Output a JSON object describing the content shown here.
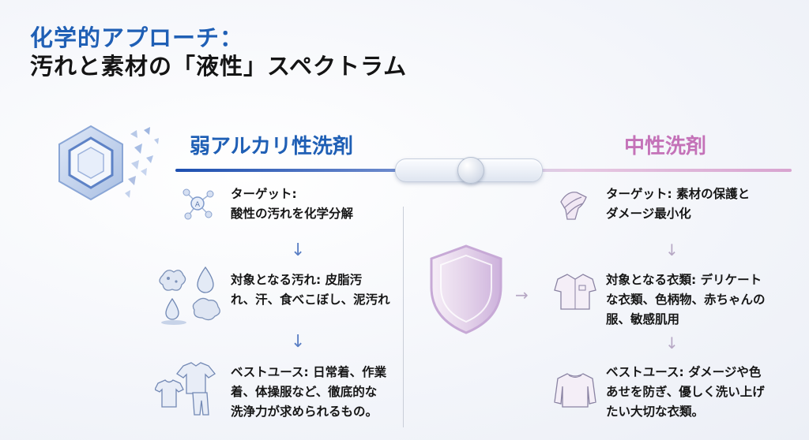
{
  "title": {
    "line1": "化学的アプローチ：",
    "line2": "汚れと素材の「液性」スペクトラム"
  },
  "left": {
    "heading": "弱アルカリ性洗剤",
    "target_line1": "ターゲット:",
    "target_line2": "酸性の汚れを化学分解",
    "stains_line1": "対象となる汚れ: 皮脂汚",
    "stains_line2": "れ、汗、食べこぼし、泥汚れ",
    "best_line1": "ベストユース: 日常着、作業",
    "best_line2": "着、体操服など、徹底的な",
    "best_line3": "洗浄力が求められるもの。"
  },
  "right": {
    "heading": "中性洗剤",
    "target_line1": "ターゲット: 素材の保護と",
    "target_line2": "ダメージ最小化",
    "clothes_line1": "対象となる衣類: デリケート",
    "clothes_line2": "な衣類、色柄物、赤ちゃんの",
    "clothes_line3": "服、敏感肌用",
    "best_line1": "ベストユース: ダメージや色",
    "best_line2": "あせを防ぎ、優しく洗い上げ",
    "best_line3": "たい大切な衣類。"
  },
  "colors": {
    "alkaline": "#1f5fb5",
    "neutral": "#c472b8"
  },
  "icons": [
    "hexagon-shatter-icon",
    "molecule-icon",
    "stain-droplets-icon",
    "tshirt-pants-icon",
    "shield-icon",
    "fabric-hand-icon",
    "shirt-icon",
    "sweater-icon"
  ]
}
